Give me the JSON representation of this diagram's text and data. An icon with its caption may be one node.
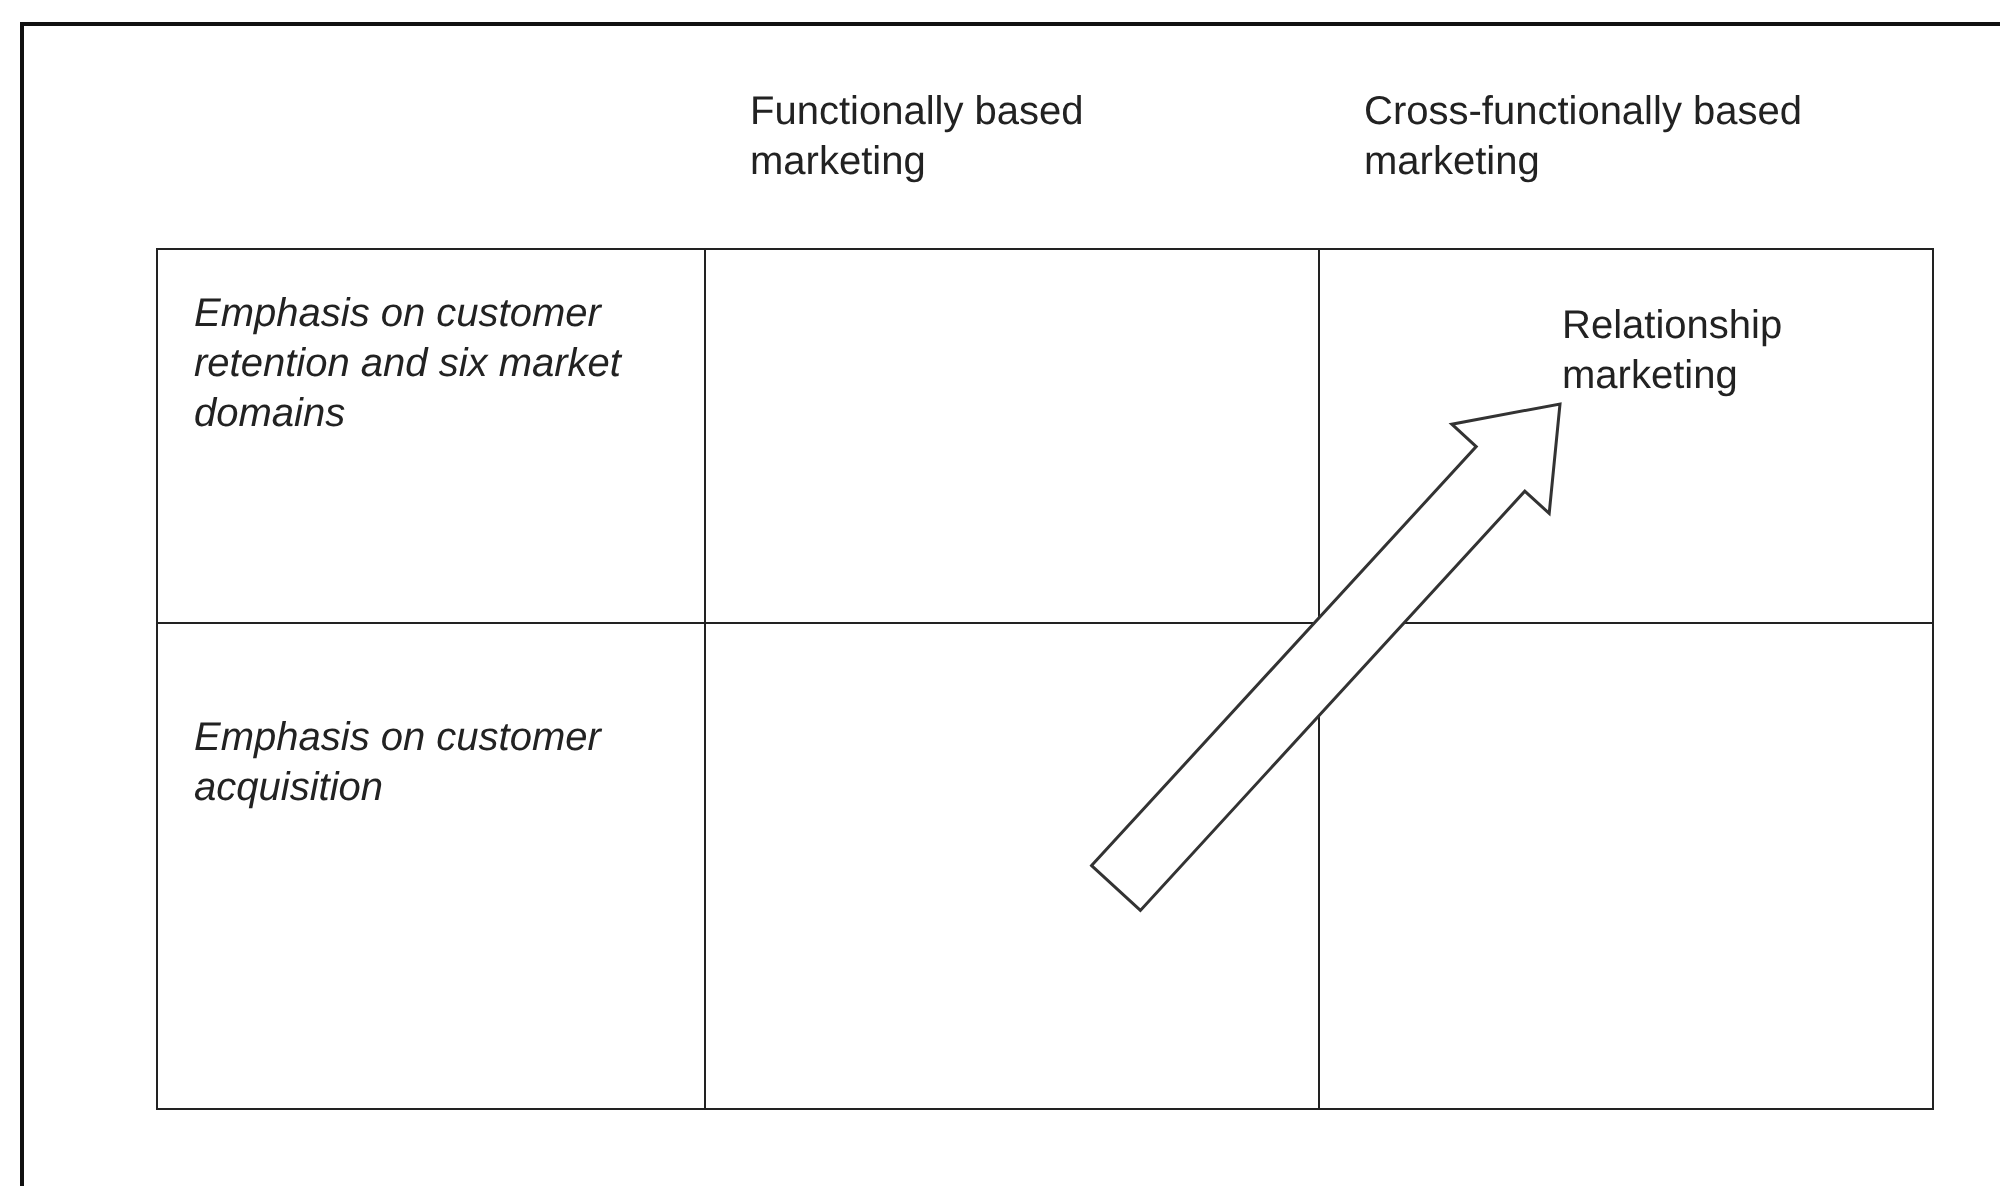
{
  "diagram": {
    "nodes": [
      {
        "text": [
          "Emphasis on customer retention and six market domains"
        ]
      },
      {
        "text": [],
        "shape": "box"
      },
      {
        "text": [],
        "shape": "box"
      },
      {
        "text": [
          "Relationship marketing"
        ],
        "in": 2
      },
      {
        "text": [
          "Emphasis on customer acquisition"
        ]
      },
      {
        "text": [],
        "shape": "box"
      },
      {
        "text": [],
        "shape": "box"
      }
    ],
    "edges": [
      {
        "from": null,
        "to": 3,
        "arrow": "to",
        "style": "thick"
      }
    ],
    "labels": [
      "Functionally based marketing",
      "Cross-functionally based marketing"
    ]
  }
}
